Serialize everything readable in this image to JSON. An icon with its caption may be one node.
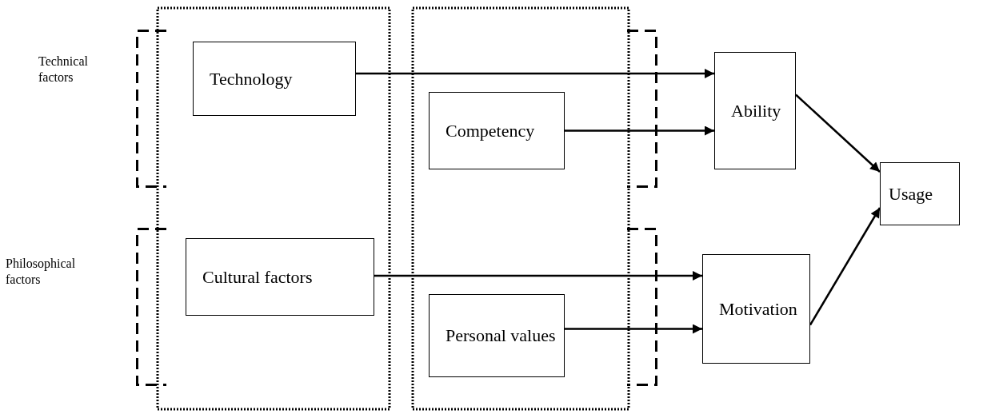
{
  "diagram": {
    "nodes": [
      {
        "text": [
          "Technical factors"
        ]
      },
      {
        "text": [
          "Technology"
        ],
        "in": 0
      },
      {
        "text": [
          "Competency"
        ],
        "in": 0
      },
      {
        "text": [
          "Ability"
        ]
      },
      {
        "text": [
          "Usage"
        ]
      },
      {
        "text": [
          "Philosophical factors"
        ]
      },
      {
        "text": [
          "Cultural factors"
        ],
        "in": 5
      },
      {
        "text": [
          "Personal values"
        ],
        "in": 5
      },
      {
        "text": [
          "Motivation"
        ]
      }
    ],
    "edges": [
      {
        "from": 1,
        "to": 3,
        "arrow": "to"
      },
      {
        "from": 2,
        "to": 3,
        "arrow": "to"
      },
      {
        "from": 6,
        "to": 8,
        "arrow": "to"
      },
      {
        "from": 7,
        "to": 8,
        "arrow": "to"
      },
      {
        "from": 3,
        "to": 4,
        "arrow": "to"
      },
      {
        "from": 8,
        "to": 4,
        "arrow": "to"
      }
    ]
  }
}
